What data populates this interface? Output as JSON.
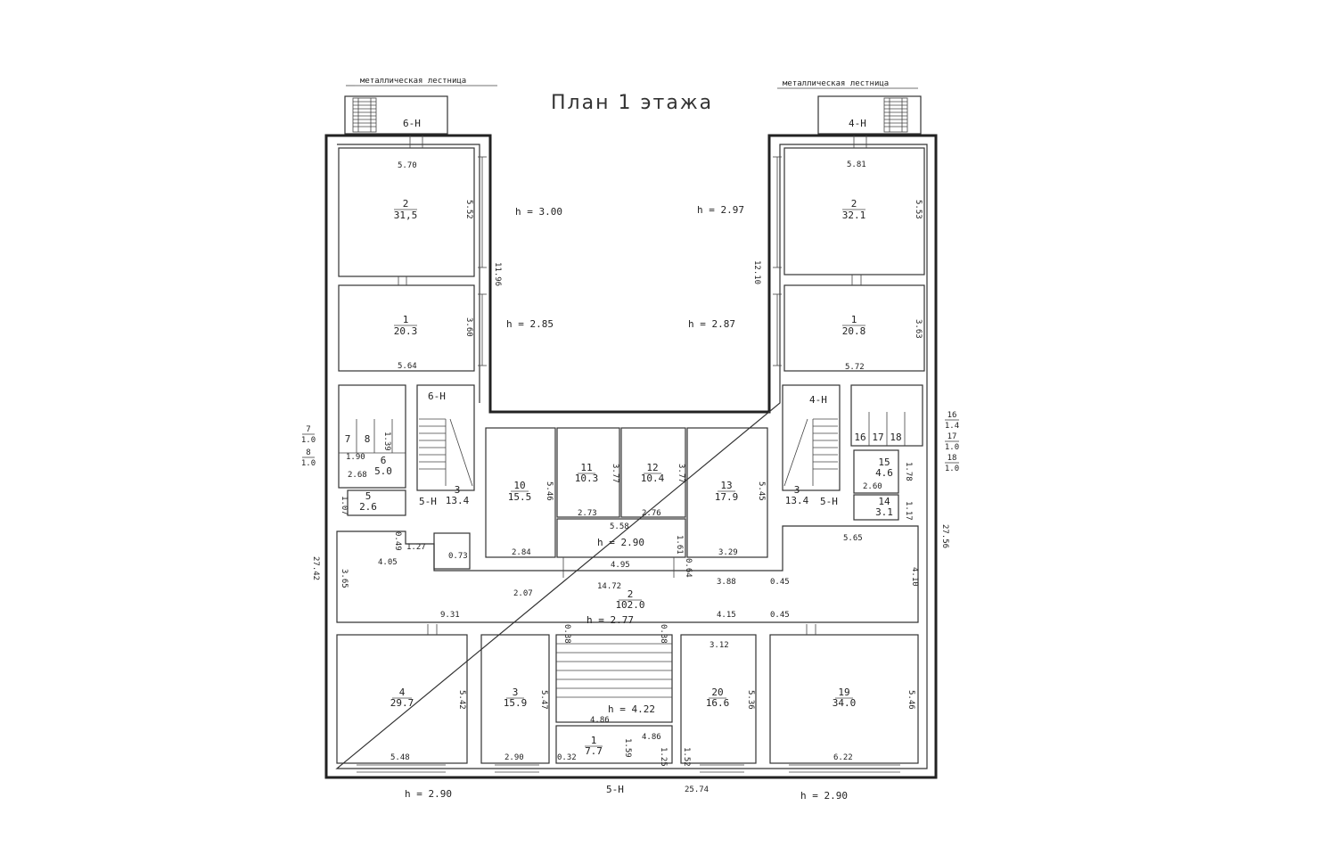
{
  "title": "План 1 этажа",
  "stair_captions": [
    {
      "id": "left",
      "text": "металлическая лестница"
    },
    {
      "id": "right",
      "text": "металлическая лестница"
    }
  ],
  "rooms": [
    {
      "id": "r2-left",
      "num": "2",
      "area": "31,5"
    },
    {
      "id": "r1-left",
      "num": "1",
      "area": "20.3"
    },
    {
      "id": "r2-right",
      "num": "2",
      "area": "32.1"
    },
    {
      "id": "r1-right",
      "num": "1",
      "area": "20.8"
    },
    {
      "id": "r10",
      "num": "10",
      "area": "15.5"
    },
    {
      "id": "r11",
      "num": "11",
      "area": "10.3"
    },
    {
      "id": "r12",
      "num": "12",
      "area": "10.4"
    },
    {
      "id": "r13",
      "num": "13",
      "area": "17.9"
    },
    {
      "id": "r3-left",
      "num": "3",
      "area": "13.4"
    },
    {
      "id": "r3-right",
      "num": "3",
      "area": "13.4"
    },
    {
      "id": "r5",
      "num": "5",
      "area": "2.6"
    },
    {
      "id": "r6",
      "num": "6",
      "area": "5.0"
    },
    {
      "id": "r7",
      "num": "7",
      "area": ""
    },
    {
      "id": "r8",
      "num": "8",
      "area": ""
    },
    {
      "id": "r14",
      "num": "14",
      "area": "3.1"
    },
    {
      "id": "r15",
      "num": "15",
      "area": "4.6"
    },
    {
      "id": "r16",
      "num": "16",
      "area": ""
    },
    {
      "id": "r17",
      "num": "17",
      "area": ""
    },
    {
      "id": "r18",
      "num": "18",
      "area": ""
    },
    {
      "id": "r2-hall",
      "num": "2",
      "area": "102.0"
    },
    {
      "id": "r4",
      "num": "4",
      "area": "29.7"
    },
    {
      "id": "r3-bottom",
      "num": "3",
      "area": "15.9"
    },
    {
      "id": "r1-bottom",
      "num": "1",
      "area": "7.7"
    },
    {
      "id": "r20",
      "num": "20",
      "area": "16.6"
    },
    {
      "id": "r19",
      "num": "19",
      "area": "34.0"
    }
  ],
  "heights": [
    {
      "id": "h1",
      "text": "h = 3.00"
    },
    {
      "id": "h2",
      "text": "h = 2.97"
    },
    {
      "id": "h3",
      "text": "h = 2.85"
    },
    {
      "id": "h4",
      "text": "h = 2.87"
    },
    {
      "id": "h5",
      "text": "h = 2.90"
    },
    {
      "id": "h6",
      "text": "h = 2.77"
    },
    {
      "id": "h7",
      "text": "h = 4.22"
    },
    {
      "id": "h8",
      "text": "h = 2.90"
    },
    {
      "id": "h9",
      "text": "h = 2.90"
    }
  ],
  "axis_marks": [
    {
      "id": "a1",
      "text": "6-Н"
    },
    {
      "id": "a2",
      "text": "4-Н"
    },
    {
      "id": "a3",
      "text": "6-Н"
    },
    {
      "id": "a4",
      "text": "4-Н"
    },
    {
      "id": "a5",
      "text": "5-Н"
    },
    {
      "id": "a6",
      "text": "5-Н"
    },
    {
      "id": "a7",
      "text": "5-Н"
    }
  ],
  "dimensions": [
    {
      "id": "d1",
      "text": "5.70"
    },
    {
      "id": "d2",
      "text": "5.81"
    },
    {
      "id": "d3",
      "text": "5.52"
    },
    {
      "id": "d4",
      "text": "5.53"
    },
    {
      "id": "d5",
      "text": "11.96"
    },
    {
      "id": "d6",
      "text": "12.10"
    },
    {
      "id": "d7",
      "text": "3.60"
    },
    {
      "id": "d8",
      "text": "3.63"
    },
    {
      "id": "d9",
      "text": "5.64"
    },
    {
      "id": "d10",
      "text": "5.72"
    },
    {
      "id": "d11",
      "text": "5.46"
    },
    {
      "id": "d12",
      "text": "3.77"
    },
    {
      "id": "d13",
      "text": "3.77"
    },
    {
      "id": "d14",
      "text": "5.45"
    },
    {
      "id": "d15",
      "text": "2.73"
    },
    {
      "id": "d16",
      "text": "2.76"
    },
    {
      "id": "d17",
      "text": "5.58"
    },
    {
      "id": "d18",
      "text": "2.84"
    },
    {
      "id": "d19",
      "text": "3.29"
    },
    {
      "id": "d20",
      "text": "4.95"
    },
    {
      "id": "d21",
      "text": "14.72"
    },
    {
      "id": "d22",
      "text": "3.88"
    },
    {
      "id": "d23",
      "text": "0.45"
    },
    {
      "id": "d24",
      "text": "4.05"
    },
    {
      "id": "d25",
      "text": "2.07"
    },
    {
      "id": "d26",
      "text": "3.65"
    },
    {
      "id": "d27",
      "text": "27.42"
    },
    {
      "id": "d28",
      "text": "27.56"
    },
    {
      "id": "d29",
      "text": "5.65"
    },
    {
      "id": "d30",
      "text": "4.10"
    },
    {
      "id": "d31",
      "text": "9.31"
    },
    {
      "id": "d32",
      "text": "4.15"
    },
    {
      "id": "d33",
      "text": "0.45"
    },
    {
      "id": "d34",
      "text": "0.38"
    },
    {
      "id": "d35",
      "text": "0.38"
    },
    {
      "id": "d36",
      "text": "3.12"
    },
    {
      "id": "d37",
      "text": "5.42"
    },
    {
      "id": "d38",
      "text": "5.47"
    },
    {
      "id": "d39",
      "text": "5.36"
    },
    {
      "id": "d40",
      "text": "5.46"
    },
    {
      "id": "d41",
      "text": "4.86"
    },
    {
      "id": "d42",
      "text": "4.86"
    },
    {
      "id": "d43",
      "text": "1.59"
    },
    {
      "id": "d44",
      "text": "5.48"
    },
    {
      "id": "d45",
      "text": "2.90"
    },
    {
      "id": "d46",
      "text": "0.32"
    },
    {
      "id": "d47",
      "text": "1.25"
    },
    {
      "id": "d48",
      "text": "1.52"
    },
    {
      "id": "d49",
      "text": "6.22"
    },
    {
      "id": "d50",
      "text": "25.74"
    },
    {
      "id": "d51",
      "text": "2.68"
    },
    {
      "id": "d52",
      "text": "1.90"
    },
    {
      "id": "d53",
      "text": "1.39"
    },
    {
      "id": "d54",
      "text": "1.07"
    },
    {
      "id": "d55",
      "text": "0.49"
    },
    {
      "id": "d56",
      "text": "1.27"
    },
    {
      "id": "d57",
      "text": "2.60"
    },
    {
      "id": "d58",
      "text": "1.78"
    },
    {
      "id": "d59",
      "text": "1.17"
    },
    {
      "id": "d60",
      "text": "1.61"
    },
    {
      "id": "d61",
      "text": "0.64"
    },
    {
      "id": "d62",
      "text": "0.73"
    }
  ],
  "side_fractions": [
    {
      "id": "f1",
      "num": "7",
      "den": "1.0"
    },
    {
      "id": "f2",
      "num": "8",
      "den": "1.0"
    },
    {
      "id": "f3",
      "num": "16",
      "den": "1.4"
    },
    {
      "id": "f4",
      "num": "17",
      "den": "1.0"
    },
    {
      "id": "f5",
      "num": "18",
      "den": "1.0"
    }
  ]
}
